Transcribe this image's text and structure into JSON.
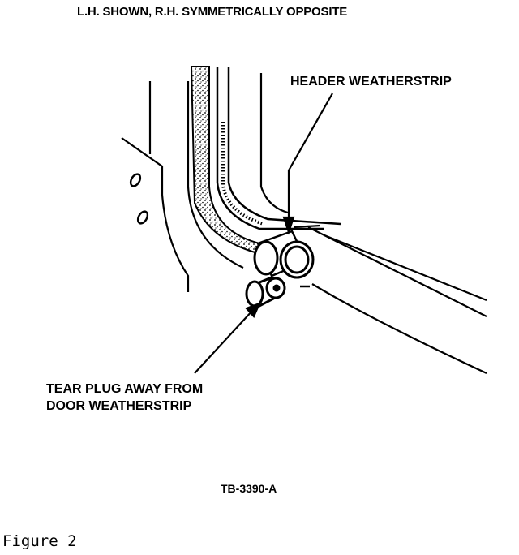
{
  "header": {
    "text": "L.H. SHOWN, R.H. SYMMETRICALLY OPPOSITE"
  },
  "callouts": {
    "header_weatherstrip": "HEADER WEATHERSTRIP",
    "tear_plug_line1": "TEAR PLUG AWAY FROM",
    "tear_plug_line2": "DOOR WEATHERSTRIP"
  },
  "drawing_code": "TB-3390-A",
  "caption": "Figure 2"
}
